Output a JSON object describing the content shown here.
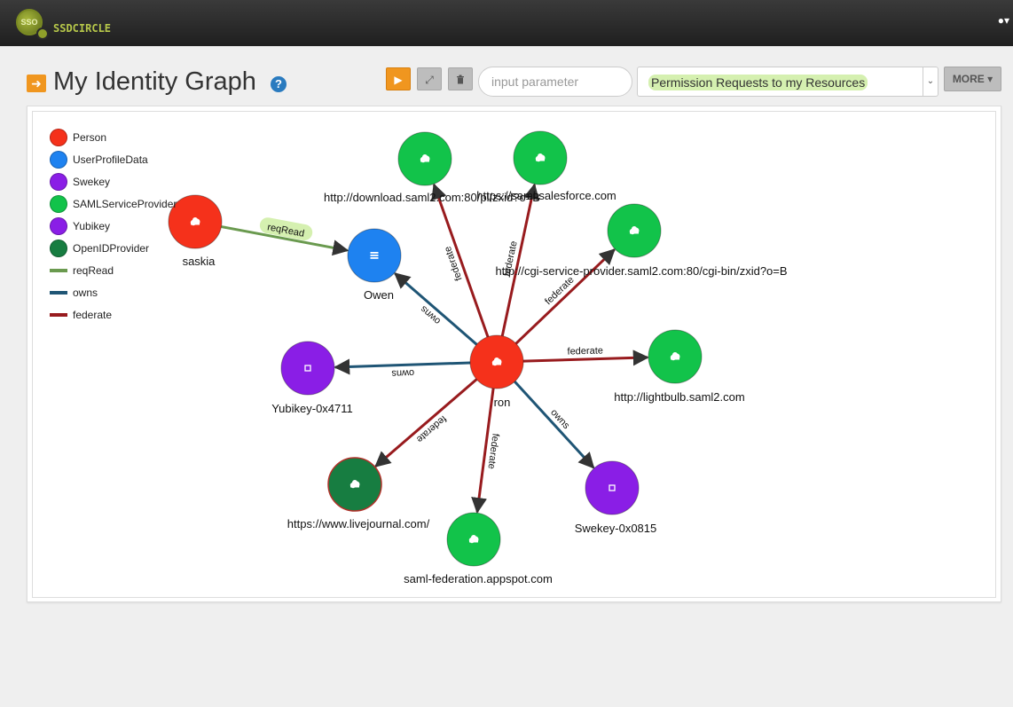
{
  "app": {
    "logo_badge": "SSO",
    "logo_name": "SSDCIRCLE"
  },
  "header": {
    "user_menu": "▾"
  },
  "title": {
    "text": "My Identity Graph",
    "help": "?"
  },
  "toolbar": {
    "run_icon": "▶",
    "fit_icon": "⤢",
    "delete_icon": "🗑",
    "param_placeholder": "input parameter",
    "query_selected": "Permission Requests to my Resources",
    "more_label": "MORE ▾"
  },
  "legend": [
    {
      "label": "Person",
      "kind": "node",
      "color": "#f5311b"
    },
    {
      "label": "UserProfileData",
      "kind": "node",
      "color": "#1e82f0"
    },
    {
      "label": "Swekey",
      "kind": "node",
      "color": "#8a1ee6"
    },
    {
      "label": "SAMLServiceProvider",
      "kind": "node",
      "color": "#12c34a"
    },
    {
      "label": "Yubikey",
      "kind": "node",
      "color": "#8a1ee6"
    },
    {
      "label": "OpenIDProvider",
      "kind": "node",
      "color": "#177d41"
    },
    {
      "label": "reqRead",
      "kind": "edge",
      "color": "#6a9a4f"
    },
    {
      "label": "owns",
      "kind": "edge",
      "color": "#1f5575"
    },
    {
      "label": "federate",
      "kind": "edge",
      "color": "#981b1e"
    }
  ],
  "graph": {
    "nodes": [
      {
        "id": "ron",
        "label": "ron",
        "type": "Person",
        "icon": "cloud"
      },
      {
        "id": "saskia",
        "label": "saskia",
        "type": "Person",
        "icon": "cloud"
      },
      {
        "id": "owen",
        "label": "Owen",
        "type": "UserProfileData",
        "icon": "list"
      },
      {
        "id": "download",
        "label": "http://download.saml2.com:80/pl/zxid?o=B",
        "type": "SAMLServiceProvider",
        "icon": "cloud"
      },
      {
        "id": "salesforce",
        "label": "https://saml.salesforce.com",
        "type": "SAMLServiceProvider",
        "icon": "cloud"
      },
      {
        "id": "cgi",
        "label": "http://cgi-service-provider.saml2.com:80/cgi-bin/zxid?o=B",
        "type": "SAMLServiceProvider",
        "icon": "cloud"
      },
      {
        "id": "lightbulb",
        "label": "http://lightbulb.saml2.com",
        "type": "SAMLServiceProvider",
        "icon": "cloud"
      },
      {
        "id": "appspot",
        "label": "saml-federation.appspot.com",
        "type": "SAMLServiceProvider",
        "icon": "cloud"
      },
      {
        "id": "livejournal",
        "label": "https://www.livejournal.com/",
        "type": "OpenIDProvider",
        "icon": "cloud"
      },
      {
        "id": "yubikey",
        "label": "Yubikey-0x4711",
        "type": "Yubikey",
        "icon": "square"
      },
      {
        "id": "swekey",
        "label": "Swekey-0x0815",
        "type": "Swekey",
        "icon": "square"
      }
    ],
    "edges": [
      {
        "from": "saskia",
        "to": "owen",
        "label": "reqRead",
        "type": "reqRead",
        "highlight": "#d5f0b0"
      },
      {
        "from": "ron",
        "to": "owen",
        "label": "owns",
        "type": "owns"
      },
      {
        "from": "ron",
        "to": "yubikey",
        "label": "owns",
        "type": "owns"
      },
      {
        "from": "ron",
        "to": "swekey",
        "label": "owns",
        "type": "owns"
      },
      {
        "from": "ron",
        "to": "download",
        "label": "federate",
        "type": "federate"
      },
      {
        "from": "ron",
        "to": "salesforce",
        "label": "federate",
        "type": "federate"
      },
      {
        "from": "ron",
        "to": "cgi",
        "label": "federate",
        "type": "federate"
      },
      {
        "from": "ron",
        "to": "lightbulb",
        "label": "federate",
        "type": "federate"
      },
      {
        "from": "ron",
        "to": "appspot",
        "label": "federate",
        "type": "federate"
      },
      {
        "from": "ron",
        "to": "livejournal",
        "label": "federate",
        "type": "federate"
      }
    ]
  }
}
